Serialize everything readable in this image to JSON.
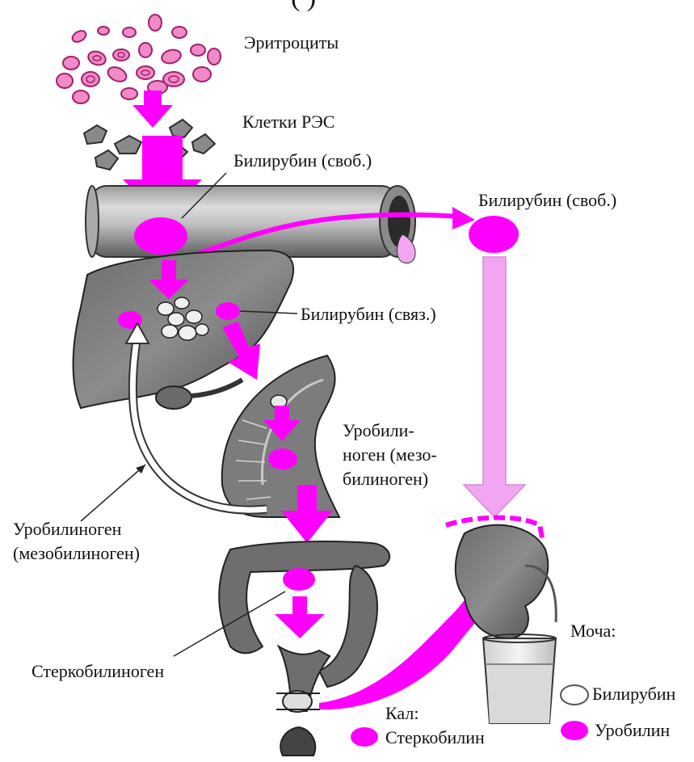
{
  "header": {
    "partial_text": "(                )"
  },
  "labels": {
    "erythrocytes": "Эритроциты",
    "res_cells": "Клетки РЭС",
    "bilirubin_free_1": "Билирубин (своб.)",
    "bilirubin_free_2": "Билирубин (своб.)",
    "bilirubin_bound": "Билирубин (связ.)",
    "urobilinogen_intestine": [
      "Уробили-",
      "ноген (мезо-",
      "билиноген)"
    ],
    "urobilinogen_return": [
      "Уробилиноген",
      "(мезобилиноген)"
    ],
    "sterkobilinogen": "Стеркобилиноген",
    "feces": [
      "Кал:",
      "Стеркобилин"
    ],
    "urine": "Моча:",
    "legend_bilirubin": "Билирубин",
    "legend_urobilin": "Уробилин"
  },
  "colors": {
    "accent_magenta": "#ff00ff",
    "light_magenta": "#f2a6f2",
    "organ_gray": "#7a7a7a",
    "cell_pink": "#e060b0"
  },
  "icons": {
    "erythrocytes": "red-blood-cells-icon",
    "res_cells": "reticuloendothelial-cells-icon",
    "vessel": "blood-vessel-icon",
    "liver": "liver-icon",
    "gallbladder": "gallbladder-icon",
    "duodenum": "duodenum-icon",
    "colon": "colon-icon",
    "kidney": "kidney-icon",
    "urine_glass": "urine-glass-icon",
    "feces": "feces-icon"
  }
}
